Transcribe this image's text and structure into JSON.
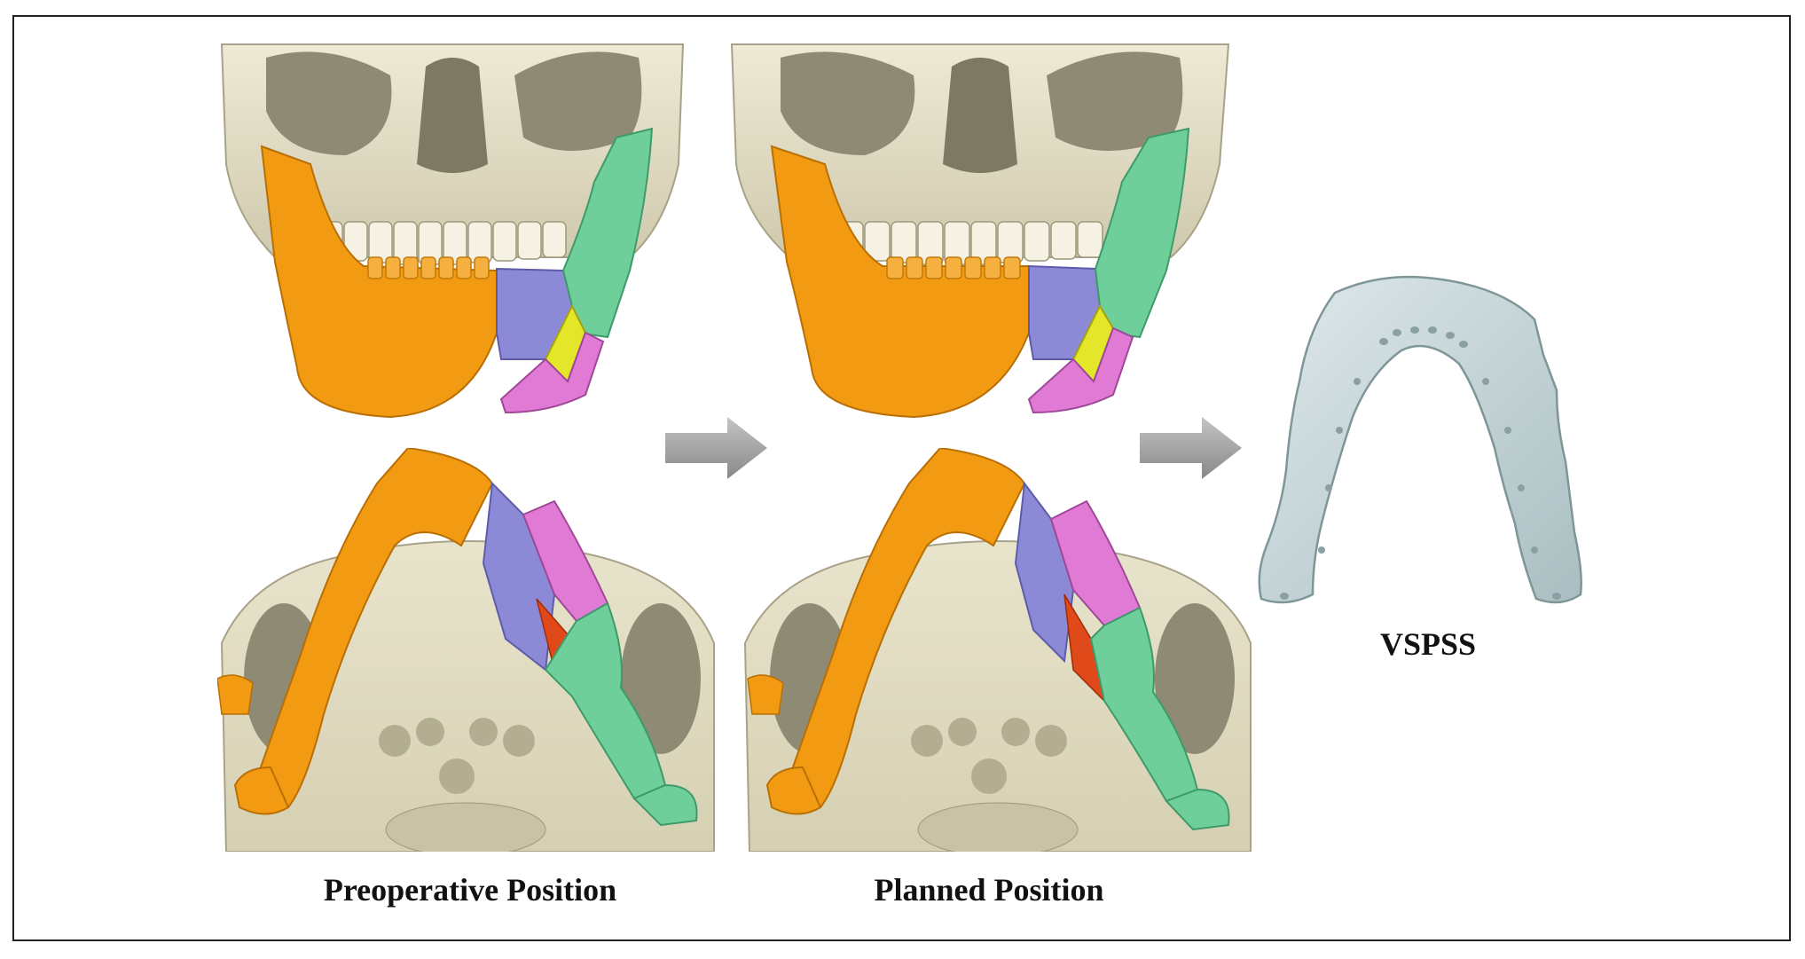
{
  "labels": {
    "preoperative": "Preoperative Position",
    "planned": "Planned Position",
    "vspss": "VSPSS"
  },
  "colors": {
    "bone": "#e6e1c8",
    "bone_shadow": "#b9b397",
    "mandible_orange": "#f29a12",
    "segment_purple": "#8c8ad6",
    "segment_green": "#6fcf9a",
    "segment_yellow": "#e4e62a",
    "segment_pink": "#e07ad4",
    "segment_red": "#e0491a",
    "splint": "#c5d6d8",
    "arrow": "#9b9b9b"
  }
}
